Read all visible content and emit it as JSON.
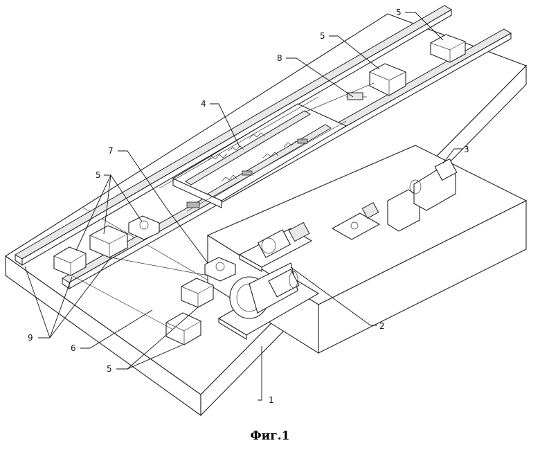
{
  "figure": {
    "caption": "Фиг.1",
    "callouts": [
      {
        "id": "c1",
        "text": "1"
      },
      {
        "id": "c2",
        "text": "2"
      },
      {
        "id": "c3",
        "text": "3"
      },
      {
        "id": "c4",
        "text": "4"
      },
      {
        "id": "c5a",
        "text": "5"
      },
      {
        "id": "c5b",
        "text": "5"
      },
      {
        "id": "c5c",
        "text": "5"
      },
      {
        "id": "c5d",
        "text": "5"
      },
      {
        "id": "c6",
        "text": "6"
      },
      {
        "id": "c7",
        "text": "7"
      },
      {
        "id": "c8",
        "text": "8"
      },
      {
        "id": "c9",
        "text": "9"
      }
    ]
  }
}
